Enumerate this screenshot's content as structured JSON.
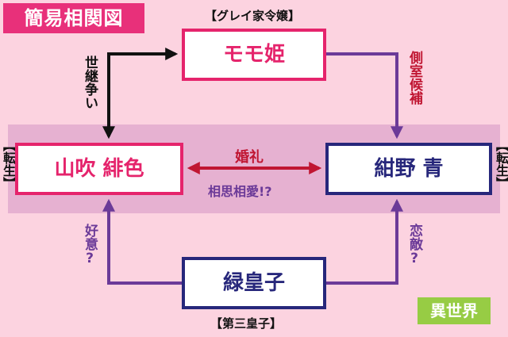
{
  "title": "簡易相関図",
  "nodes": {
    "momo": {
      "name": "モモ姫",
      "caption": "【グレイ家令嬢】"
    },
    "yamabuki": {
      "name": "山吹 緋色",
      "tag": "【転生】"
    },
    "konno": {
      "name": "紺野 青",
      "tag": "【転生】"
    },
    "midori": {
      "name": "緑皇子",
      "caption": "【第三皇子】"
    }
  },
  "relations": {
    "succession": "世継争い",
    "concubine": "側室候補",
    "marriage": "婚礼",
    "mutual": "相思相愛!?",
    "affection": "好意?",
    "rival": "恋敵?"
  },
  "badge": "異世界",
  "colors": {
    "background": "#fcd3e0",
    "band": "#e6b1d1",
    "pink": "#e5246c",
    "navy": "#27277b",
    "purple": "#6b3a98",
    "red": "#c01632",
    "green": "#97cc44"
  }
}
